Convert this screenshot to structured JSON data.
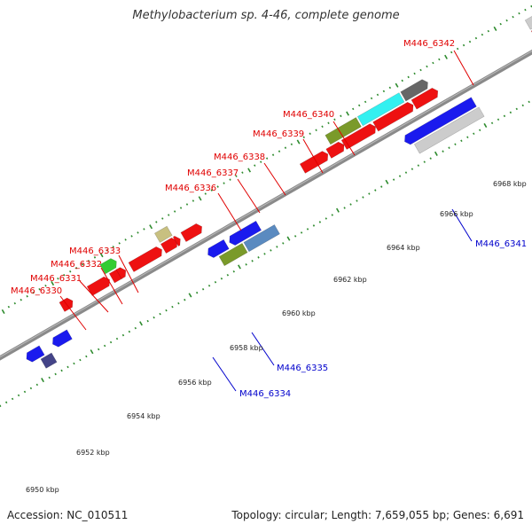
{
  "title": "Methylobacterium sp. 4-46, complete genome",
  "footer": {
    "accession": "Accession: NC_010511",
    "topology": "Topology: circular; Length: 7,659,055 bp; Genes: 6,691"
  },
  "colors": {
    "backbone": "#8c8c8c",
    "tick": "#2e8b2e",
    "forward_label": "#e00000",
    "reverse_label": "#0000cc"
  },
  "kbp_labels": [
    "6950 kbp",
    "6952 kbp",
    "6954 kbp",
    "6956 kbp",
    "6958 kbp",
    "6960 kbp",
    "6962 kbp",
    "6964 kbp",
    "6966 kbp",
    "6968 kbp"
  ],
  "gene_labels": {
    "forward": [
      "M446_6330",
      "M446_6331",
      "M446_6332",
      "M446_6333",
      "M446_6336",
      "M446_6337",
      "M446_6338",
      "M446_6339",
      "M446_6340",
      "M446_6342"
    ],
    "reverse": [
      "M446_6334",
      "M446_6335",
      "M446_6341"
    ]
  },
  "features": [
    {
      "id": "f1",
      "color": "#ee1111"
    },
    {
      "id": "f2",
      "color": "#ee1111"
    },
    {
      "id": "f3",
      "color": "#33cc33"
    },
    {
      "id": "f4",
      "color": "#ee1111"
    },
    {
      "id": "f5",
      "color": "#ee1111"
    },
    {
      "id": "f6",
      "color": "#ee1111"
    },
    {
      "id": "f7",
      "color": "#ee1111"
    },
    {
      "id": "f8",
      "color": "#c8c080"
    },
    {
      "id": "f9",
      "color": "#ee1111"
    },
    {
      "id": "f10",
      "color": "#ee1111"
    },
    {
      "id": "f11",
      "color": "#ee1111"
    },
    {
      "id": "f12",
      "color": "#ee1111"
    },
    {
      "id": "f13",
      "color": "#7a9a2a"
    },
    {
      "id": "f14",
      "color": "#ee1111"
    },
    {
      "id": "f15",
      "color": "#33f0f0"
    },
    {
      "id": "f16",
      "color": "#ee1111"
    },
    {
      "id": "f17",
      "color": "#666666"
    },
    {
      "id": "f18",
      "color": "#ee1111"
    },
    {
      "id": "f19",
      "color": "#cccccc"
    },
    {
      "id": "f20",
      "color": "#ee1111"
    },
    {
      "id": "r1",
      "color": "#1a1aee"
    },
    {
      "id": "r2",
      "color": "#444488"
    },
    {
      "id": "r3",
      "color": "#1a1aee"
    },
    {
      "id": "r4",
      "color": "#1a1aee"
    },
    {
      "id": "r5",
      "color": "#7a9a2a"
    },
    {
      "id": "r6",
      "color": "#1a1aee"
    },
    {
      "id": "r7",
      "color": "#5a8ac0"
    },
    {
      "id": "r8",
      "color": "#1a1aee"
    },
    {
      "id": "r9",
      "color": "#cccccc"
    }
  ]
}
